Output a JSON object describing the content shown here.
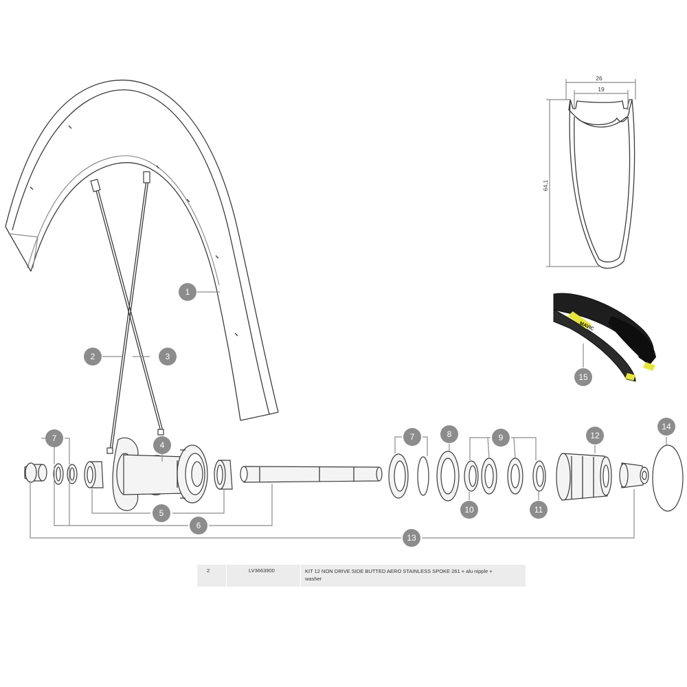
{
  "callouts": [
    {
      "id": "callout-1",
      "label": "1"
    },
    {
      "id": "callout-2",
      "label": "2"
    },
    {
      "id": "callout-3",
      "label": "3"
    },
    {
      "id": "callout-4",
      "label": "4"
    },
    {
      "id": "callout-5",
      "label": "5"
    },
    {
      "id": "callout-6",
      "label": "6"
    },
    {
      "id": "callout-7-left",
      "label": "7"
    },
    {
      "id": "callout-7-right",
      "label": "7"
    },
    {
      "id": "callout-8",
      "label": "8"
    },
    {
      "id": "callout-9",
      "label": "9"
    },
    {
      "id": "callout-10",
      "label": "10"
    },
    {
      "id": "callout-11",
      "label": "11"
    },
    {
      "id": "callout-12",
      "label": "12"
    },
    {
      "id": "callout-13",
      "label": "13"
    },
    {
      "id": "callout-14",
      "label": "14"
    },
    {
      "id": "callout-15",
      "label": "15"
    }
  ],
  "rim_profile": {
    "outer_width": "26",
    "inner_width": "19",
    "height": "64,1"
  },
  "tire_brand": "MAVIC",
  "parts_table": {
    "ref": "2",
    "code": "LV3663900",
    "description_line1": "KIT 12 NON DRIVE SIDE BUTTED AERO STAINLESS SPOKE 261 + alu nipple +",
    "description_line2": "washer"
  },
  "colors": {
    "callout_fill": "#8c8c8c",
    "tire_accent": "#e6e63a",
    "table_bg": "#ececec"
  }
}
